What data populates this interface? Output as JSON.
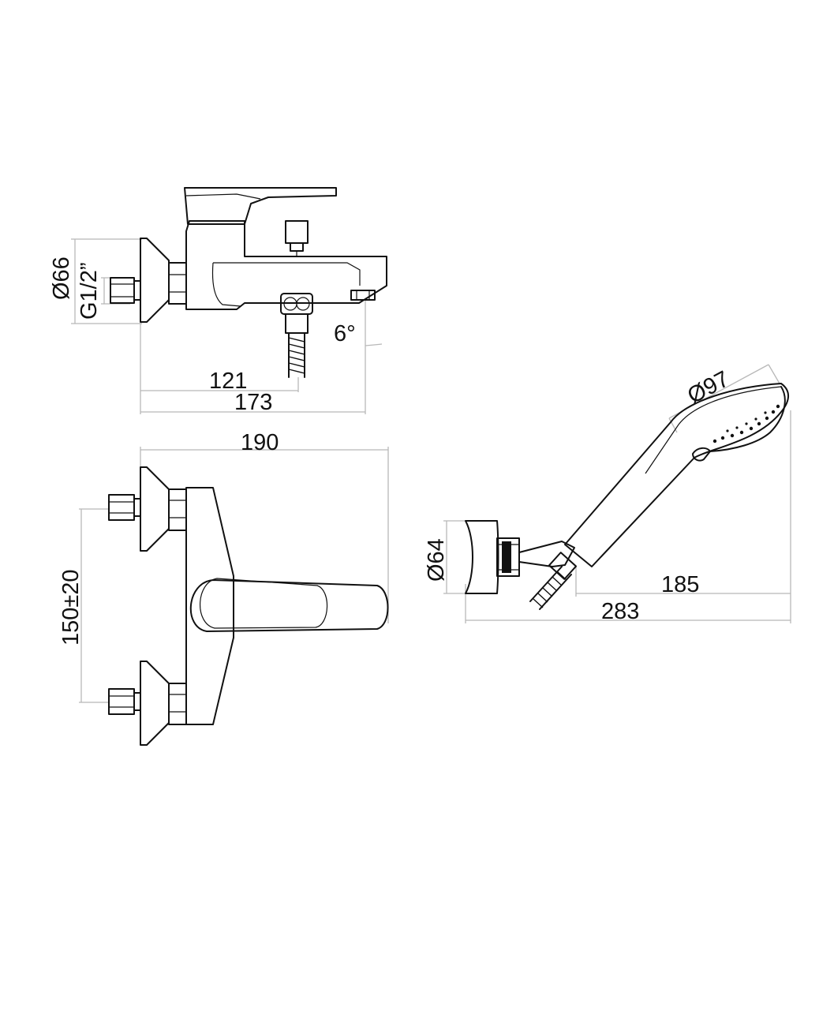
{
  "side_view": {
    "diameter_label": "Ø66",
    "thread_label": "G1/2”",
    "angle_label": "6°",
    "dim_121": "121",
    "dim_173": "173"
  },
  "front_view": {
    "width_label": "190",
    "center_distance_label": "150±20"
  },
  "hand_shower": {
    "head_diameter_label": "Ø97",
    "holder_diameter_label": "Ø64",
    "dim_185": "185",
    "dim_283": "283"
  }
}
